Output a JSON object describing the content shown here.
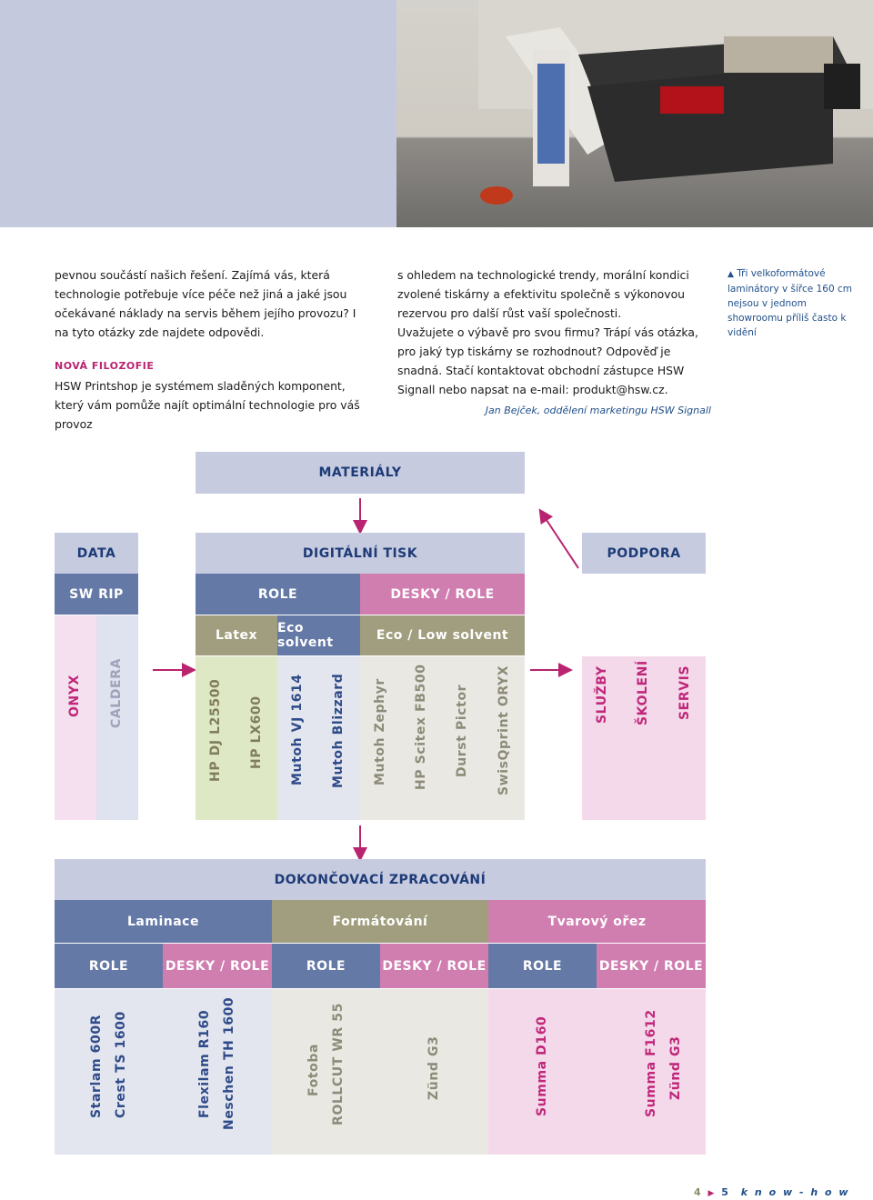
{
  "text": {
    "col1_p1": "pevnou součástí našich řešení. Zajímá vás, která technologie potřebuje více péče než jiná a jaké jsou očekávané náklady na servis během jejího provozu? I na tyto otázky zde najdete odpovědi.",
    "col1_heading": "NOVÁ FILOZOFIE",
    "col1_p2": "HSW Printshop je systémem sladěných komponent, který vám pomůže najít optimální technologie pro váš provoz",
    "col2_p1": "s ohledem na technologické trendy, morální kondici zvolené tiskárny a efektivitu společně s výkonovou rezervou pro další růst vaší společnosti.",
    "col2_p2": "Uvažujete o výbavě pro svou firmu? Trápí vás otázka, pro jaký typ tiskárny se rozhodnout? Odpověď je snadná. Stačí kontaktovat obchodní zástupce HSW Signall nebo napsat na e-mail: produkt@hsw.cz.",
    "signature": "Jan Bejček, oddělení marketingu HSW Signall",
    "caption": "Tři velkoformátové laminátory v šířce 160 cm nejsou v jednom showroomu příliš často k vidění"
  },
  "diagram": {
    "materialy": "MATERIÁLY",
    "data": "DATA",
    "digitalni_tisk": "DIGITÁLNÍ TISK",
    "podpora": "PODPORA",
    "sw_rip": "SW RIP",
    "role": "ROLE",
    "desky_role": "DESKY / ROLE",
    "latex": "Latex",
    "eco_solvent": "Eco solvent",
    "eco_low_solvent": "Eco / Low solvent",
    "rip_items": [
      "ONYX",
      "CALDERA"
    ],
    "printers": [
      "HP DJ L25500",
      "HP LX600",
      "Mutoh VJ 1614",
      "Mutoh Blizzard",
      "Mutoh Zephyr",
      "HP Scitex FB500",
      "Durst Pictor",
      "SwisQprint ORYX"
    ],
    "support": [
      "SLUŽBY",
      "ŠKOLENÍ",
      "SERVIS"
    ],
    "dokoncovaci": "DOKONČOVACÍ ZPRACOVÁNÍ",
    "laminace": "Laminace",
    "formatovani": "Formátování",
    "tvarovy_orez": "Tvarový ořez",
    "finishing_modes": [
      "ROLE",
      "DESKY / ROLE",
      "ROLE",
      "DESKY / ROLE",
      "ROLE",
      "DESKY / ROLE"
    ],
    "finishing_items": [
      [
        "Starlam 600R",
        "Crest TS 1600"
      ],
      [
        "Flexilam R160",
        "Neschen TH 1600"
      ],
      [
        "Fotoba",
        "ROLLCUT WR 55"
      ],
      [
        "Zünd G3"
      ],
      [
        "Summa D160"
      ],
      [
        "Summa F1612",
        "Zünd G3"
      ]
    ]
  },
  "footer": {
    "page4": "4",
    "page5": "5",
    "brand": "k n o w - h o w"
  },
  "colors": {
    "accent": "#b8246f",
    "blue": "#6479a6",
    "lavender": "#c7cbe0",
    "pink": "#d07db0",
    "khaki": "#a19e7f"
  }
}
